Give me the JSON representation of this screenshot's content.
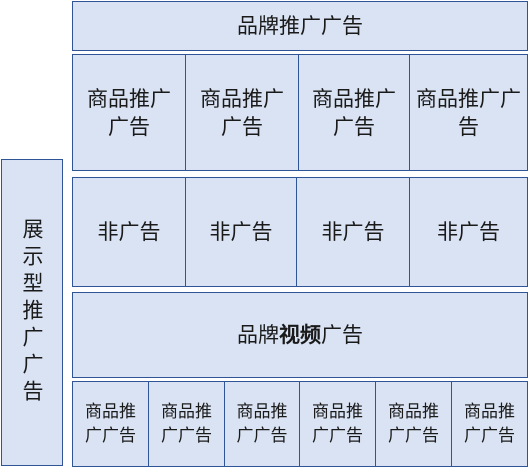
{
  "side": {
    "label": "展示型推广广告"
  },
  "top_banner": {
    "label": "品牌推广广告"
  },
  "row1": [
    {
      "label": "商品推广广告"
    },
    {
      "label": "商品推广广告"
    },
    {
      "label": "商品推广广告"
    },
    {
      "label": "商品推广广告"
    }
  ],
  "row2": [
    {
      "label": "非广告"
    },
    {
      "label": "非广告"
    },
    {
      "label": "非广告"
    },
    {
      "label": "非广告"
    }
  ],
  "video_banner": {
    "label_a": "品牌",
    "label_b": "视频",
    "label_c": "广告"
  },
  "row3": [
    {
      "label": "商品推广广告"
    },
    {
      "label": "商品推广广告"
    },
    {
      "label": "商品推广广告"
    },
    {
      "label": "商品推广广告"
    },
    {
      "label": "商品推广广告"
    },
    {
      "label": "商品推广广告"
    }
  ],
  "colors": {
    "fill": "#dae3f3",
    "border": "#2f5597"
  }
}
